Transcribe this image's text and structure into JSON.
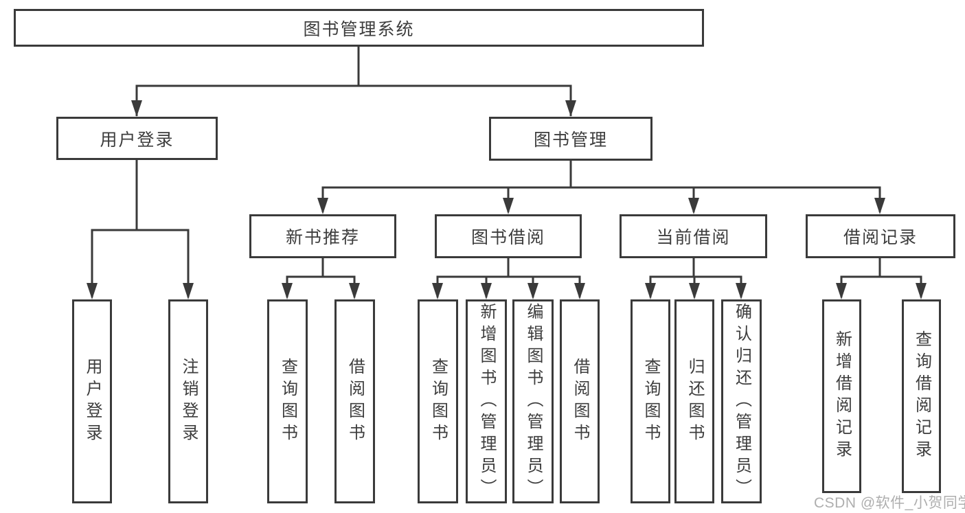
{
  "diagram": {
    "type": "hierarchy-tree",
    "colors": {
      "line": "#3a3a3a",
      "box_border": "#3a3a3a",
      "box_fill": "#ffffff",
      "text": "#3d3d3d",
      "watermark_text": "#a6a6a6",
      "background": "#ffffff"
    },
    "tree": {
      "label": "图书管理系统",
      "children": [
        {
          "label": "用户登录",
          "children": [
            {
              "label": "用户登录"
            },
            {
              "label": "注销登录"
            }
          ]
        },
        {
          "label": "图书管理",
          "children": [
            {
              "label": "新书推荐",
              "children": [
                {
                  "label": "查询图书"
                },
                {
                  "label": "借阅图书"
                }
              ]
            },
            {
              "label": "图书借阅",
              "children": [
                {
                  "label": "查询图书"
                },
                {
                  "label": "新增图书（管理员）"
                },
                {
                  "label": "编辑图书（管理员）"
                },
                {
                  "label": "借阅图书"
                }
              ]
            },
            {
              "label": "当前借阅",
              "children": [
                {
                  "label": "查询图书"
                },
                {
                  "label": "归还图书"
                },
                {
                  "label": "确认归还（管理员）"
                }
              ]
            },
            {
              "label": "借阅记录",
              "children": [
                {
                  "label": "新增借阅记录"
                },
                {
                  "label": "查询借阅记录"
                }
              ]
            }
          ]
        }
      ]
    },
    "watermark": "CSDN @软件_小贺同学"
  }
}
